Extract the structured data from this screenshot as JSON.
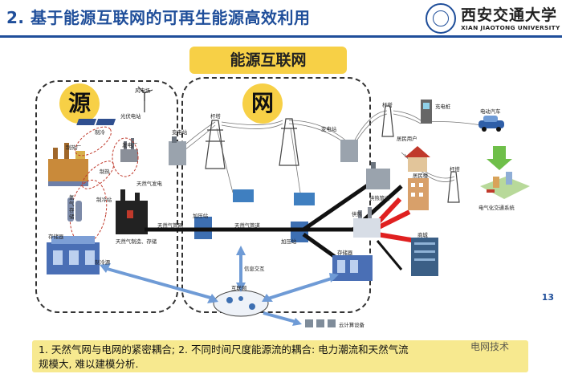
{
  "header": {
    "title": "2. 基于能源互联网的可再生能源高效利用",
    "logo_cn": "西安交通大学",
    "logo_en": "XIAN JIAOTONG UNIVERSITY"
  },
  "diagram": {
    "heading": "能源互联网",
    "source_label": "源",
    "network_label": "网",
    "nodes": {
      "wind_farm": "风电场",
      "pv_station": "光伏电站",
      "power_plant": "发电厂",
      "heat_plant": "制热厂",
      "cooling": "制冷",
      "heat": "制热",
      "hydrogen_storage": "氢气存储",
      "gas_power": "天然气发电",
      "cooling_plant": "制冷站",
      "cold_source": "制冷源",
      "storage": "存储器",
      "gas_production": "天然气制造、存储",
      "gas_network": "天然气管网",
      "compressor_station_1": "加压站",
      "gas_pipeline": "天然气管道",
      "compressor_station_2": "加压站",
      "substation_1": "变电站",
      "tower_1": "杆塔",
      "substation_2": "变电站",
      "tower_2": "杆塔",
      "tower_3": "杆塔",
      "charging_pile": "充电桩",
      "ev": "电动汽车",
      "residential_user": "居民用户",
      "residential_building": "居民楼",
      "heat_supply_pipe": "供热管道",
      "heat_supply": "供热",
      "storage_2": "存储器",
      "mall": "商城",
      "transport_system": "电气化交通系统",
      "info_exchange": "信息交互",
      "internet": "互联网",
      "cloud": "云计算设备"
    }
  },
  "footer": {
    "note_line1": "1. 天然气网与电网的紧密耦合; 2. 不同时间尺度能源流的耦合: 电力潮流和天然气流",
    "note_line2": "规模大, 难以建模分析.",
    "page_number": "13",
    "watermark": "电网技术"
  }
}
